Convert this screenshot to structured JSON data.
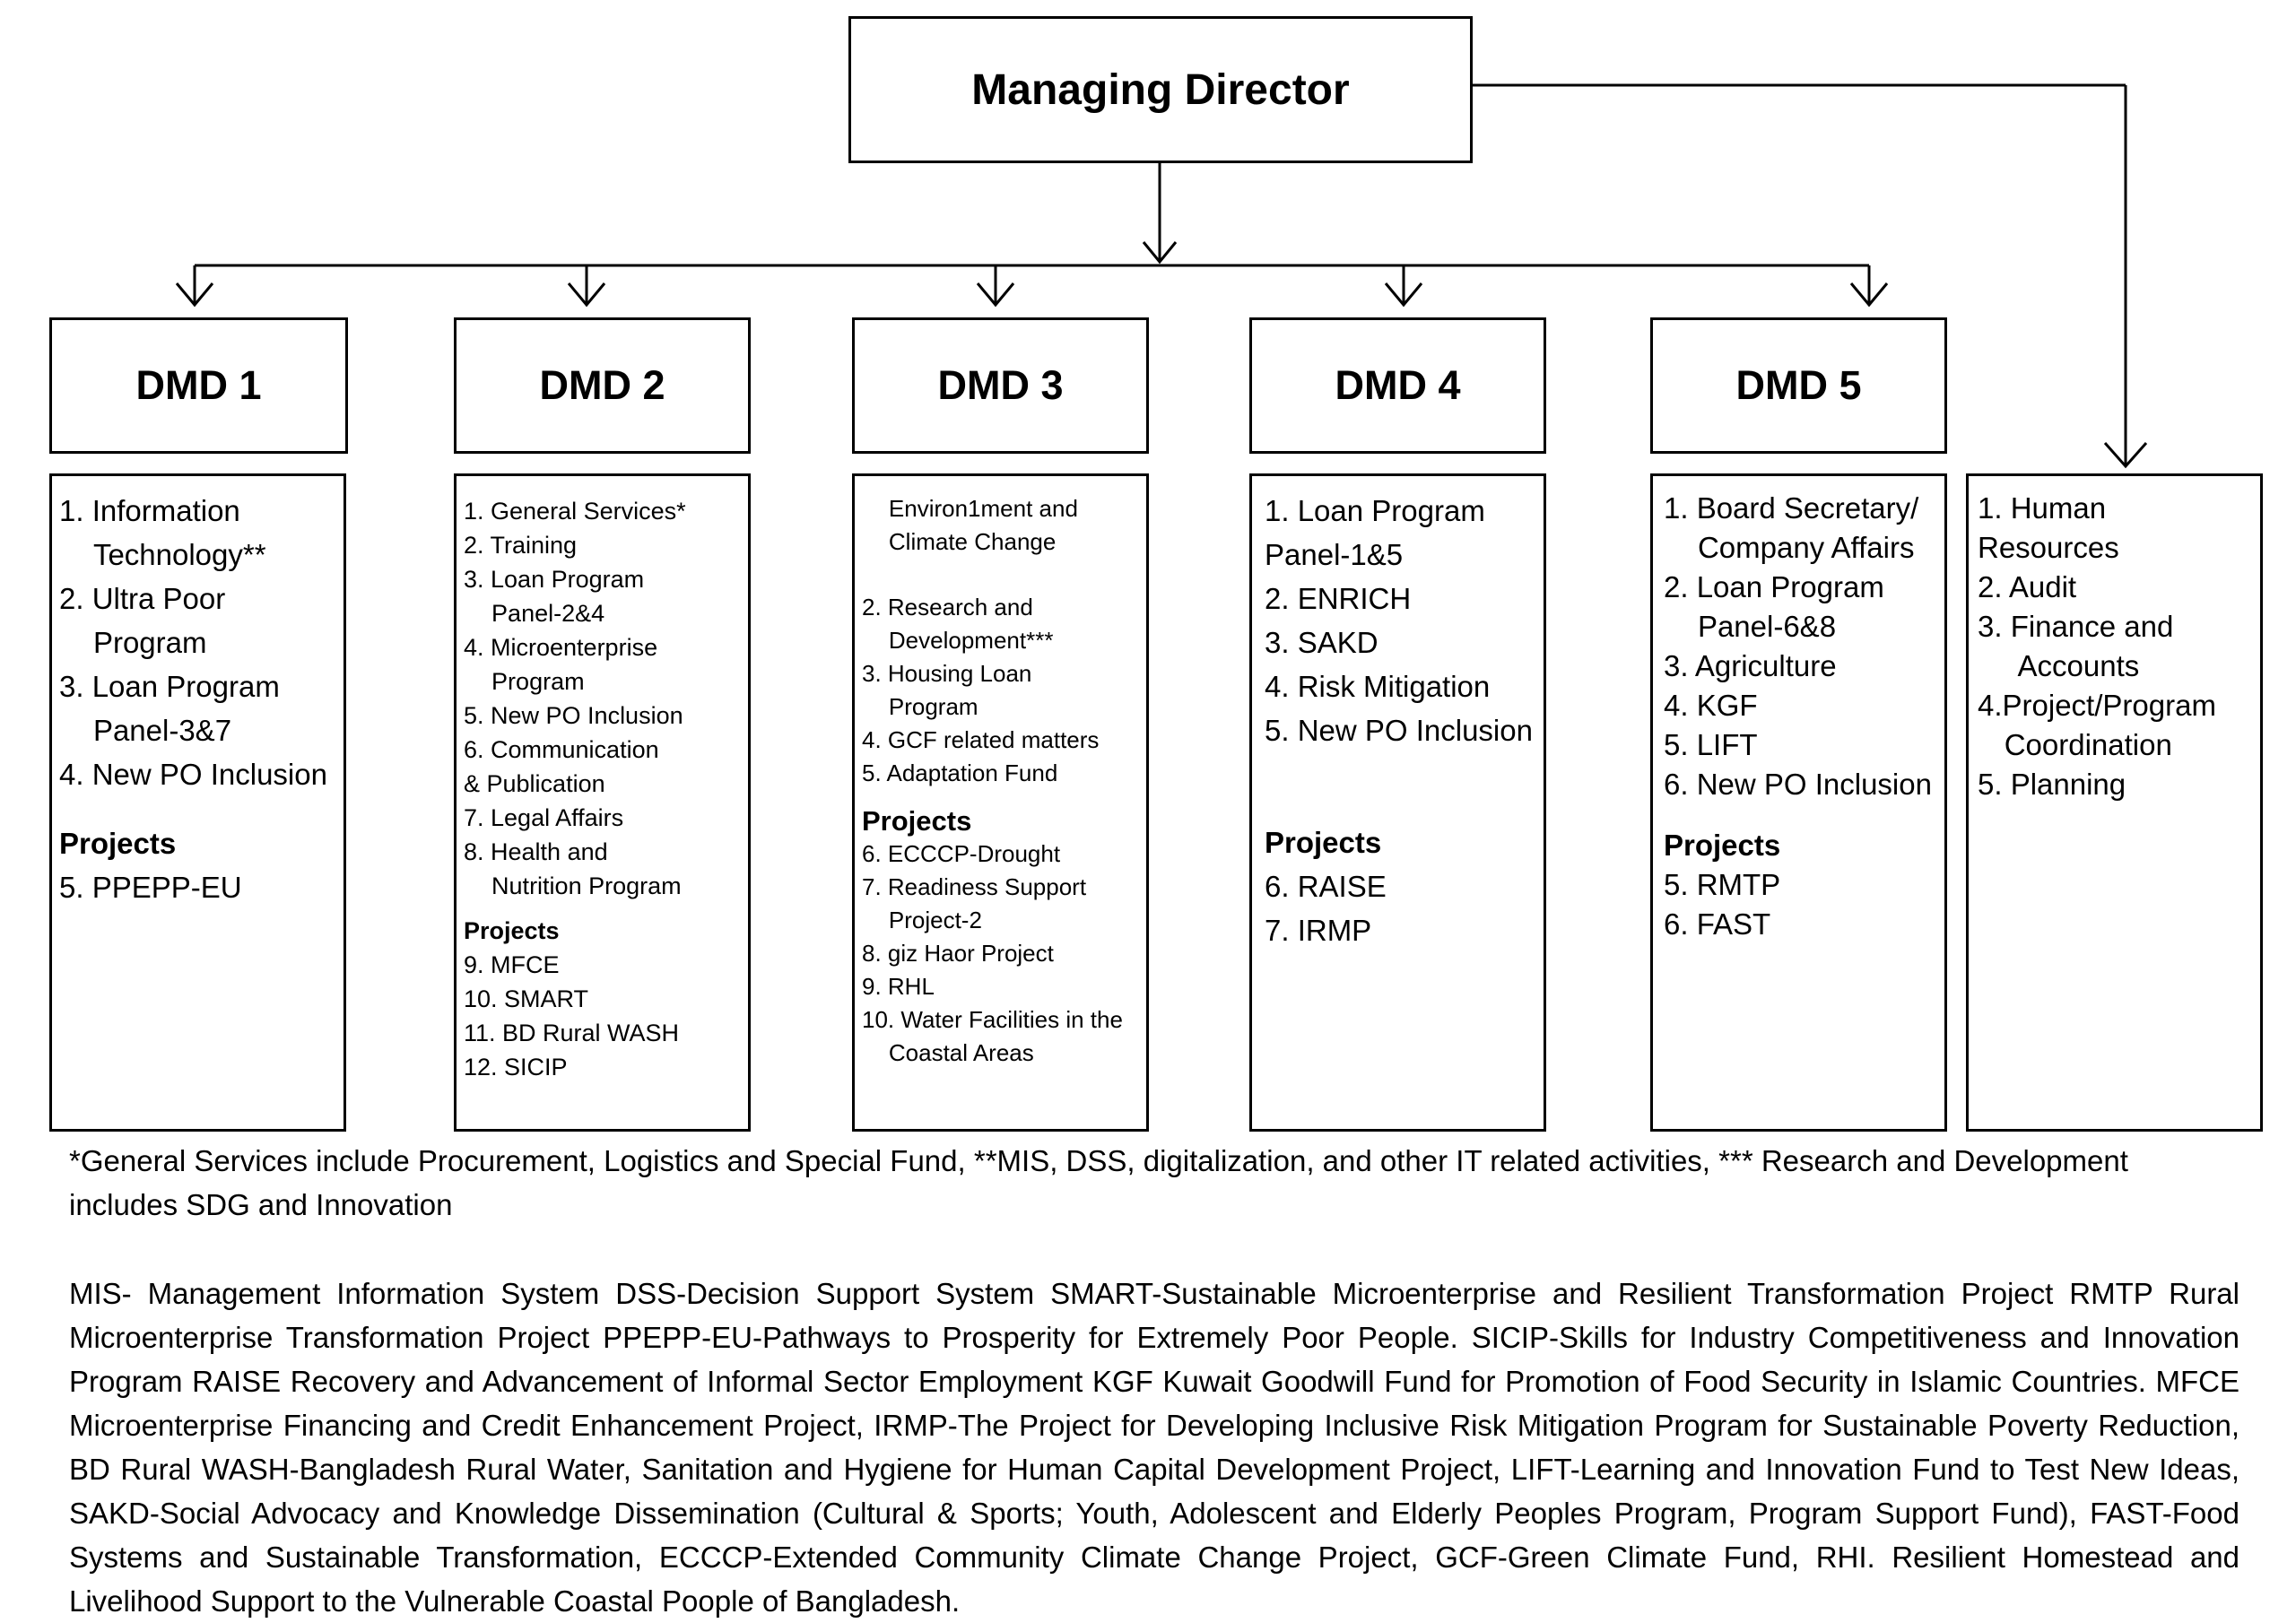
{
  "managing_director": "Managing Director",
  "dmd": {
    "d1": {
      "title": "DMD 1",
      "items": [
        "1. Information",
        "Technology**",
        "2. Ultra Poor",
        "Program",
        "3. Loan Program",
        "Panel-3&7",
        "4. New PO Inclusion"
      ],
      "projects_label": "Projects",
      "projects": [
        "5. PPEPP-EU"
      ]
    },
    "d2": {
      "title": "DMD 2",
      "items": [
        "1. General Services*",
        "2. Training",
        "3. Loan Program",
        "Panel-2&4",
        "4. Microenterprise",
        "Program",
        "5. New PO Inclusion",
        "6. Communication",
        "& Publication",
        "7. Legal Affairs",
        "8. Health and",
        "Nutrition Program"
      ],
      "projects_label": "Projects",
      "projects": [
        "9. MFCE",
        "10. SMART",
        "11. BD Rural WASH",
        "12. SICIP"
      ]
    },
    "d3": {
      "title": "DMD 3",
      "items": [
        "Environ1ment and",
        "Climate Change",
        "2. Research and",
        "Development***",
        "3. Housing Loan",
        "Program",
        "4. GCF related matters",
        "5. Adaptation Fund"
      ],
      "projects_label": "Projects",
      "projects": [
        "6. ECCCP-Drought",
        "7. Readiness Support",
        "Project-2",
        "8. giz Haor Project",
        "9. RHL",
        "10. Water Facilities in the",
        "Coastal Areas"
      ]
    },
    "d4": {
      "title": "DMD 4",
      "items": [
        "1. Loan Program",
        "Panel-1&5",
        "2. ENRICH",
        "3. SAKD",
        "4. Risk Mitigation",
        "5. New PO Inclusion"
      ],
      "projects_label": "Projects",
      "projects": [
        "6. RAISE",
        "7. IRMP"
      ]
    },
    "d5": {
      "title": "DMD 5",
      "items": [
        "1. Board Secretary/",
        "Company Affairs",
        "2. Loan Program",
        "Panel-6&8",
        "3. Agriculture",
        "4. KGF",
        "5. LIFT",
        "6. New PO Inclusion"
      ],
      "projects_label": "Projects",
      "projects": [
        "5. RMTP",
        "6. FAST"
      ]
    }
  },
  "md_units": [
    "1. Human Resources",
    "2. Audit",
    "3. Finance and",
    "Accounts",
    "4.Project/Program",
    "Coordination",
    "5. Planning"
  ],
  "footnote": "*General Services include Procurement, Logistics and Special Fund, **MIS, DSS, digitalization, and other IT related activities, *** Research and Development includes SDG and Innovation",
  "abbreviations": "MIS- Management Information System DSS-Decision Support System SMART-Sustainable Microenterprise and Resilient Transformation Project RMTP Rural Microenterprise Transformation Project PPEPP-EU-Pathways to Prosperity for Extremely Poor People. SICIP-Skills for Industry Competitiveness and Innovation Program RAISE Recovery and Advancement of Informal Sector Employment KGF Kuwait Goodwill Fund for Promotion of Food Security in Islamic Countries. MFCE Microenterprise Financing and Credit Enhancement Project, IRMP-The Project for Developing Inclusive Risk Mitigation Program for Sustainable Poverty Reduction, BD Rural WASH-Bangladesh Rural Water, Sanitation and Hygiene for Human Capital Development Project, LIFT-Learning and Innovation Fund to Test New Ideas, SAKD-Social Advocacy and Knowledge Dissemination (Cultural & Sports; Youth, Adolescent and Elderly Peoples Program, Program Support Fund), FAST-Food Systems and Sustainable Transformation, ECCCP-Extended Community Climate Change Project, GCF-Green Climate Fund, RHI. Resilient Homestead and Livelihood Support to the Vulnerable Coastal Poople of Bangladesh."
}
